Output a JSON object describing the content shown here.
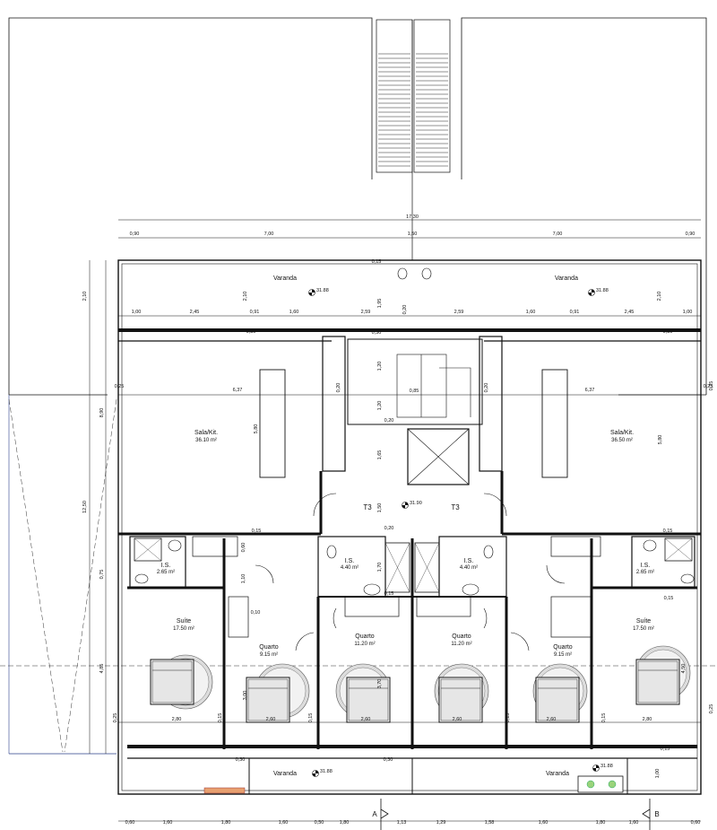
{
  "rooms": {
    "varanda_label": "Varanda",
    "sala_label": "Sala/Kit.",
    "sala_left_area": "36.10 m²",
    "sala_right_area": "36.50 m²",
    "is_label": "I.S.",
    "is_outer_area": "2.65 m²",
    "is_inner_area": "4.40 m²",
    "suite_label": "Suíte",
    "suite_area": "17.50 m²",
    "quarto_label": "Quarto",
    "quarto_small_area": "9.15 m²",
    "quarto_large_area": "11.20 m²"
  },
  "levels": {
    "varanda": "31.88",
    "hall": "31.90"
  },
  "labels": {
    "lift_left": "T3",
    "lift_right": "T3",
    "section_a": "A",
    "section_b": "B"
  },
  "dims": {
    "overall_width": "17,30",
    "top_segments": [
      "0,90",
      "7,00",
      "1,50",
      "7,00",
      "0,90"
    ],
    "varanda_row": [
      "1,00",
      "2,45",
      "0,91",
      "1,60",
      "2,59",
      "2,59",
      "1,60",
      "0,91",
      "2,45",
      "1,00"
    ],
    "bottom_segments": [
      "0,60",
      "1,60",
      "1,80",
      "1,60",
      "0,50",
      "1,80",
      "1,13",
      "1,29",
      "1,58",
      "1,60",
      "1,80",
      "1,60",
      "0,60"
    ],
    "left_overall": "12,50",
    "left_upper": "8,90",
    "left_lower": "4,85",
    "left_bottom": "0,25",
    "left_mid": "0,75",
    "varanda_depth": "2,10",
    "wall_thickness": "0,15",
    "wall_small": "0,30",
    "wall_020": "0,20",
    "sala_width": "6,37",
    "sala_depth": "5,80",
    "outer_edge": "0,25",
    "stair_depth": "1,95",
    "stair_120": "1,20",
    "stair_085": "0,85",
    "stair_165": "1,65",
    "stair_150": "1,50",
    "is_depth": "1,70",
    "is_110": "1,10",
    "room_280": "2,80",
    "room_260": "2,60",
    "room_370": "3,70",
    "room_450": "4,50",
    "room_300": "3,00",
    "small_010": "0,10",
    "small_060": "0,60",
    "sala_corner": "0,25",
    "varanda_bottom_depth": "1,00"
  }
}
